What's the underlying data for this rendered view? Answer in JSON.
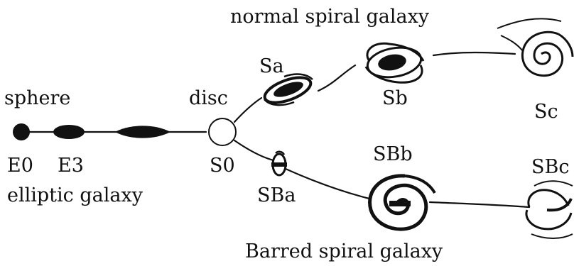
{
  "diagram": {
    "labels": {
      "normal_spiral": "normal spiral galaxy",
      "sphere": "sphere",
      "disc": "disc",
      "sa": "Sa",
      "sb": "Sb",
      "sc": "Sc",
      "e0": "E0",
      "e3": "E3",
      "s0": "S0",
      "sbb": "SBb",
      "sbc": "SBc",
      "elliptic": "elliptic galaxy",
      "sba": "SBa",
      "barred_spiral": "Barred spiral galaxy"
    },
    "colors": {
      "ink": "#111111",
      "background": "#ffffff"
    }
  }
}
